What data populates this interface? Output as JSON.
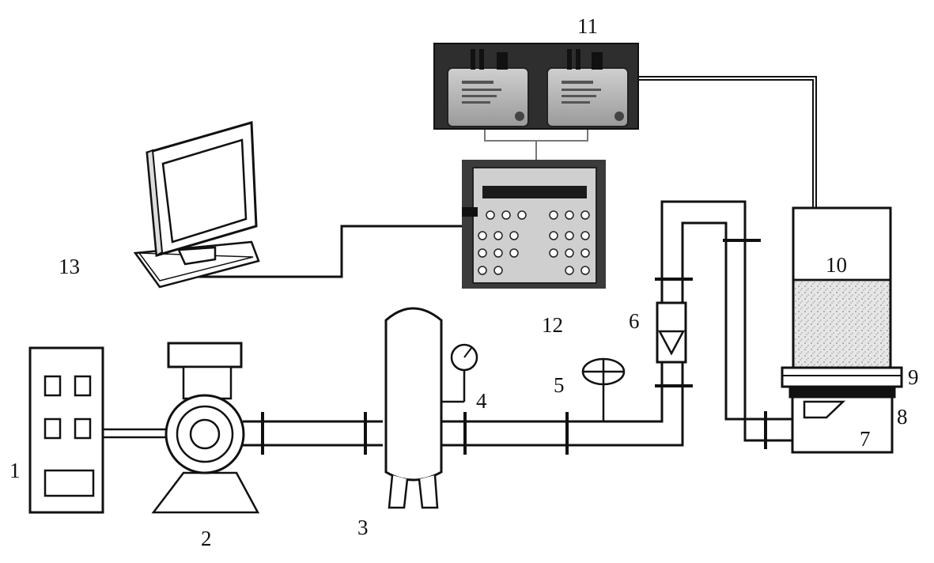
{
  "diagram": {
    "labels": {
      "l1": "1",
      "l2": "2",
      "l3": "3",
      "l4": "4",
      "l5": "5",
      "l6": "6",
      "l7": "7",
      "l8": "8",
      "l9": "9",
      "l10": "10",
      "l11": "11",
      "l12": "12",
      "l13": "13"
    },
    "colors": {
      "line": "#111111",
      "photo_dark": "#3a3a3a",
      "photo_light": "#d8d8d8",
      "sand": "#d9d9d9"
    }
  }
}
